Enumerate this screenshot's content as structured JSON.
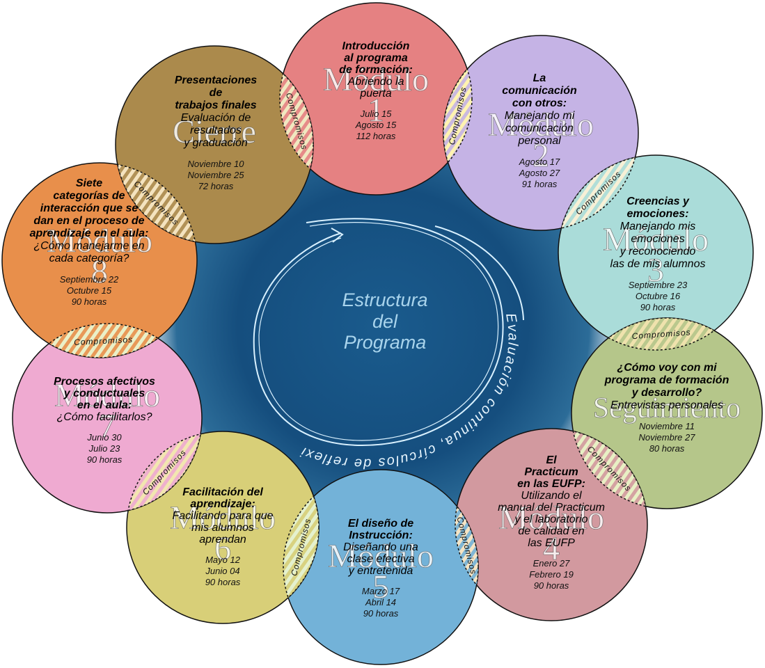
{
  "center": {
    "title_lines": [
      "Estructura",
      "del",
      "Programa"
    ],
    "arc_text_right": "Evaluación continua, círculos de reflexión"
  },
  "link_label": "Compromisos",
  "modules": [
    {
      "id": "modulo-1",
      "color": "#e58182",
      "watermark_lines": [
        "Módulo",
        "1"
      ],
      "heading_lines": [
        "Introducción",
        "al programa",
        "de formación:"
      ],
      "subtitle_lines": [
        "Abriendo la",
        "puerta"
      ],
      "date_lines": [
        "Julio 15",
        "Agosto 15",
        "112 horas"
      ]
    },
    {
      "id": "modulo-2",
      "color": "#c5b3e5",
      "watermark_lines": [
        "Módulo",
        "2"
      ],
      "heading_lines": [
        "La",
        "comunicación",
        "con otros:"
      ],
      "subtitle_lines": [
        "Manejando mi",
        "comunicación",
        "personal"
      ],
      "date_lines": [
        "Agosto 17",
        "Agosto 27",
        "91 horas"
      ]
    },
    {
      "id": "modulo-3",
      "color": "#aadcd9",
      "watermark_lines": [
        "Módulo",
        "3"
      ],
      "heading_lines": [
        "Creencias y",
        "emociones:"
      ],
      "subtitle_lines": [
        "Manejando mis",
        "emociones",
        "y reconociendo",
        "las de mis alumnos"
      ],
      "date_lines": [
        "Septiembre 23",
        "Octubre 16",
        "90 horas"
      ]
    },
    {
      "id": "seguimiento",
      "color": "#b5c68a",
      "watermark_lines": [
        "Seguimiento"
      ],
      "heading_lines": [
        "¿Cómo voy con mi",
        "programa de formación",
        "y desarrollo?"
      ],
      "subtitle_lines": [
        "Entrevistas personales"
      ],
      "date_lines": [
        "Noviembre 11",
        "Noviembre 27",
        "80 horas"
      ]
    },
    {
      "id": "modulo-4",
      "color": "#d2999f",
      "watermark_lines": [
        "Módulo",
        "4"
      ],
      "heading_lines": [
        "El",
        "Practicum",
        "en las EUFP:"
      ],
      "subtitle_lines": [
        "Utilizando el",
        "manual del Practicum",
        "y el laboratorio",
        "de calidad en",
        "las EUFP"
      ],
      "date_lines": [
        "Enero 27",
        "Febrero 19",
        "90 horas"
      ]
    },
    {
      "id": "modulo-5",
      "color": "#73b2d8",
      "watermark_lines": [
        "Módulo",
        "5"
      ],
      "heading_lines": [
        "El diseño de",
        "Instrucción:"
      ],
      "subtitle_lines": [
        "Diseñando una",
        "clase efectiva",
        "y entretenida"
      ],
      "date_lines": [
        "Marzo 17",
        "Abril 14",
        "90 horas"
      ]
    },
    {
      "id": "modulo-6",
      "color": "#d8cf78",
      "watermark_lines": [
        "Módulo",
        "6"
      ],
      "heading_lines": [
        "Facilitación del",
        "aprendizaje:"
      ],
      "subtitle_lines": [
        "Facilitando para que",
        "mis alumnos",
        "aprendan"
      ],
      "date_lines": [
        "Mayo 12",
        "Junio 04",
        "90 horas"
      ]
    },
    {
      "id": "modulo-7",
      "color": "#efaad1",
      "watermark_lines": [
        "Módulo",
        "7"
      ],
      "heading_lines": [
        "Procesos afectivos",
        "y conductuales",
        "en el aula:"
      ],
      "subtitle_lines": [
        "¿Cómo facilitarlos?"
      ],
      "date_lines": [
        "Junio 30",
        "Julio 23",
        "90 horas"
      ]
    },
    {
      "id": "modulo-8",
      "color": "#e88f4b",
      "watermark_lines": [
        "Módulo",
        "8"
      ],
      "heading_lines": [
        "Siete",
        "categorías de",
        "interacción que se",
        "dan en el proceso de",
        "aprendizaje en el aula:"
      ],
      "subtitle_lines": [
        "¿Cómo manejarme en",
        "cada categoría?"
      ],
      "date_lines": [
        "Septiembre 22",
        "Octubre 15",
        "90 horas"
      ]
    },
    {
      "id": "cierre",
      "color": "#ab8a4c",
      "watermark_lines": [
        "Cierre"
      ],
      "heading_lines": [
        "Presentaciones",
        "de",
        "trabajos finales"
      ],
      "subtitle_lines": [
        "Evaluación de",
        "resultados",
        "y graduación"
      ],
      "date_lines": [
        "Noviembre 10",
        "Noviembre 25",
        "72 horas"
      ]
    }
  ]
}
